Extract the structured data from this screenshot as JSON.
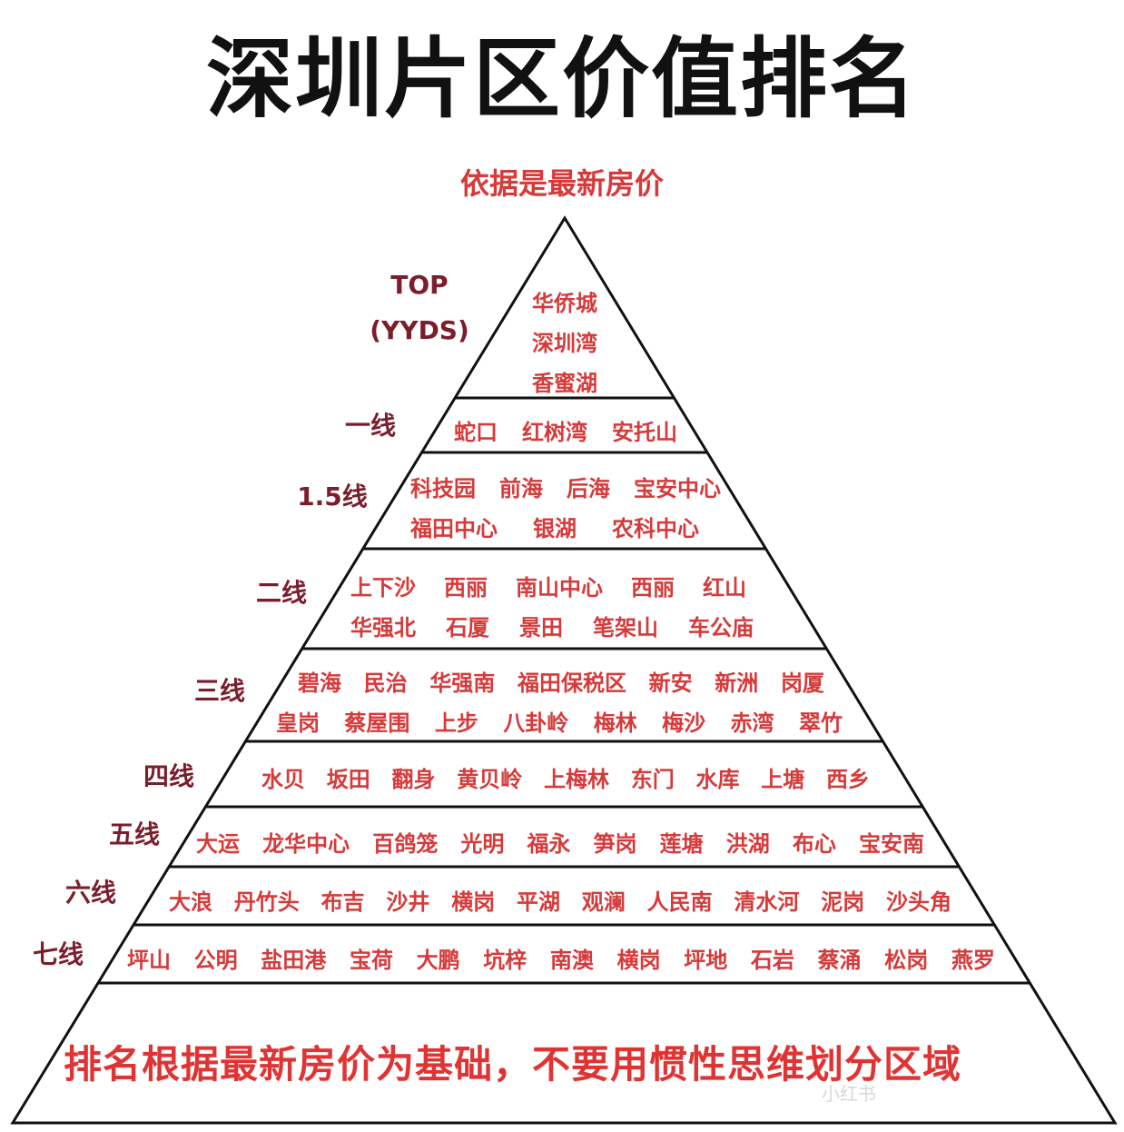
{
  "title": "深圳片区价值排名",
  "subtitle": "依据是最新房价",
  "tiers": [
    {
      "label": "TOP\n(YYDS)",
      "rows": [
        [
          "华侨城"
        ],
        [
          "深圳湾"
        ],
        [
          "香蜜湖"
        ]
      ]
    },
    {
      "label": "一线",
      "rows": [
        [
          "蛇口",
          "红树湾",
          "安托山"
        ]
      ]
    },
    {
      "label": "1.5线",
      "rows": [
        [
          "科技园",
          "前海",
          "后海",
          "宝安中心"
        ],
        [
          "福田中心",
          "银湖",
          "农科中心"
        ]
      ]
    },
    {
      "label": "二线",
      "rows": [
        [
          "上下沙",
          "西丽",
          "南山中心",
          "西丽",
          "红山"
        ],
        [
          "华强北",
          "石厦",
          "景田",
          "笔架山",
          "车公庙"
        ]
      ]
    },
    {
      "label": "三线",
      "rows": [
        [
          "碧海",
          "民治",
          "华强南",
          "福田保税区",
          "新安",
          "新洲",
          "岗厦"
        ],
        [
          "皇岗",
          "蔡屋围",
          "上步",
          "八卦岭",
          "梅林",
          "梅沙",
          "赤湾",
          "翠竹"
        ]
      ]
    },
    {
      "label": "四线",
      "rows": [
        [
          "水贝",
          "坂田",
          "翻身",
          "黄贝岭",
          "上梅林",
          "东门",
          "水库",
          "上塘",
          "西乡"
        ]
      ]
    },
    {
      "label": "五线",
      "rows": [
        [
          "大运",
          "龙华中心",
          "百鸽笼",
          "光明",
          "福永",
          "笋岗",
          "莲塘",
          "洪湖",
          "布心",
          "宝安南"
        ]
      ]
    },
    {
      "label": "六线",
      "rows": [
        [
          "大浪",
          "丹竹头",
          "布吉",
          "沙井",
          "横岗",
          "平湖",
          "观澜",
          "人民南",
          "清水河",
          "泥岗",
          "沙头角"
        ]
      ]
    },
    {
      "label": "七线",
      "rows": [
        [
          "坪山",
          "公明",
          "盐田港",
          "宝荷",
          "大鹏",
          "坑梓",
          "南澳",
          "横岗",
          "坪地",
          "石岩",
          "蔡涌",
          "松岗",
          "燕罗"
        ]
      ]
    }
  ],
  "footer": "排名根据最新房价为基础，不要用惯性思维划分区域",
  "watermark": "小红书",
  "colors": {
    "title": "#111111",
    "subtitle": "#d63a3a",
    "label": "#7a1e2c",
    "area": "#d63a3a",
    "footer": "#e03434",
    "line": "#111111"
  }
}
